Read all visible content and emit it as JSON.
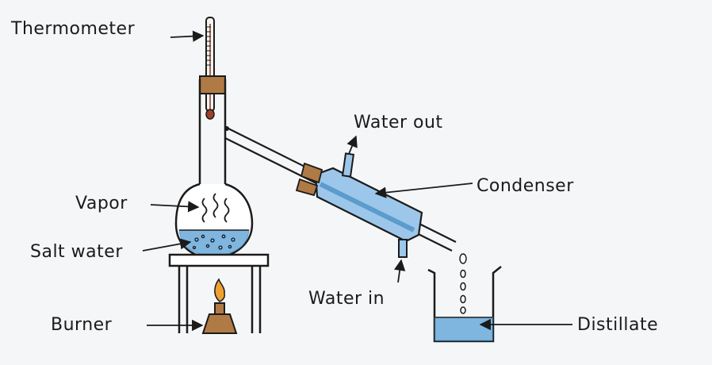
{
  "labels": {
    "thermometer": "Thermometer",
    "water_out": "Water out",
    "condenser": "Condenser",
    "vapor": "Vapor",
    "salt_water": "Salt water",
    "water_in": "Water in",
    "burner": "Burner",
    "distillate": "Distillate"
  },
  "colors": {
    "ink": "#1b1b1b",
    "water": "#7fb6e0",
    "water_dark": "#5b9ccc",
    "cork": "#b07a45",
    "flame": "#f0a030",
    "background": "#f4f6f7"
  }
}
